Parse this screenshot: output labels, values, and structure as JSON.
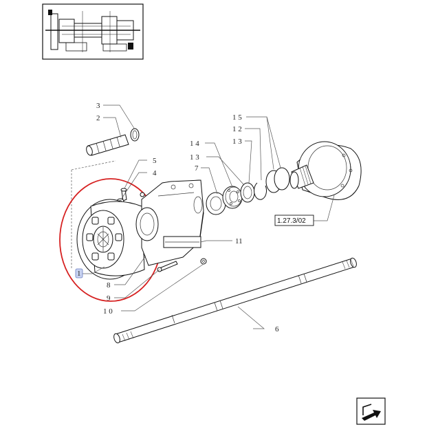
{
  "callouts": {
    "c1": "1",
    "c2": "2",
    "c3": "3",
    "c4": "4",
    "c5": "5",
    "c6": "6",
    "c7": "7",
    "c8": "8",
    "c9": "9",
    "c10": "1 0",
    "c11": "11",
    "c12": "1 2",
    "c13a": "1 3",
    "c13b": "1 3",
    "c14": "1 4",
    "c15": "1 5"
  },
  "reference_box": "1.27.3/02",
  "highlight": {
    "selected_item": "1",
    "circle_color": "#d62020",
    "badge_color": "#c8d2f0"
  },
  "icons": {
    "next_page": "arrow-next-icon",
    "overview": "transmission-overview-thumbnail"
  }
}
